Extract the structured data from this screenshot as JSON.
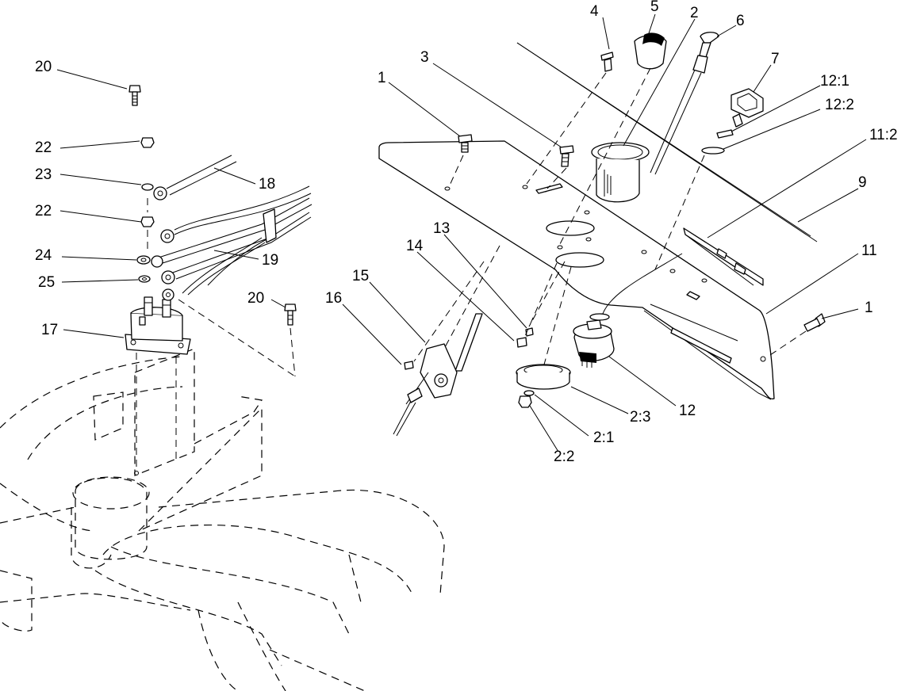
{
  "diagram": {
    "callouts": [
      {
        "id": "c-20-top",
        "label": "20"
      },
      {
        "id": "c-22-top",
        "label": "22"
      },
      {
        "id": "c-23",
        "label": "23"
      },
      {
        "id": "c-22-mid",
        "label": "22"
      },
      {
        "id": "c-24",
        "label": "24"
      },
      {
        "id": "c-25",
        "label": "25"
      },
      {
        "id": "c-17",
        "label": "17"
      },
      {
        "id": "c-18",
        "label": "18"
      },
      {
        "id": "c-19",
        "label": "19"
      },
      {
        "id": "c-20-mid",
        "label": "20"
      },
      {
        "id": "c-16",
        "label": "16"
      },
      {
        "id": "c-15",
        "label": "15"
      },
      {
        "id": "c-14",
        "label": "14"
      },
      {
        "id": "c-13",
        "label": "13"
      },
      {
        "id": "c-1-left",
        "label": "1"
      },
      {
        "id": "c-3",
        "label": "3"
      },
      {
        "id": "c-4",
        "label": "4"
      },
      {
        "id": "c-5",
        "label": "5"
      },
      {
        "id": "c-2",
        "label": "2"
      },
      {
        "id": "c-6",
        "label": "6"
      },
      {
        "id": "c-7",
        "label": "7"
      },
      {
        "id": "c-12-1",
        "label": "12:1"
      },
      {
        "id": "c-12-2",
        "label": "12:2"
      },
      {
        "id": "c-11-2",
        "label": "11:2"
      },
      {
        "id": "c-9",
        "label": "9"
      },
      {
        "id": "c-11",
        "label": "11"
      },
      {
        "id": "c-1-right",
        "label": "1"
      },
      {
        "id": "c-12",
        "label": "12"
      },
      {
        "id": "c-2-3",
        "label": "2:3"
      },
      {
        "id": "c-2-1",
        "label": "2:1"
      },
      {
        "id": "c-2-2",
        "label": "2:2"
      }
    ]
  }
}
